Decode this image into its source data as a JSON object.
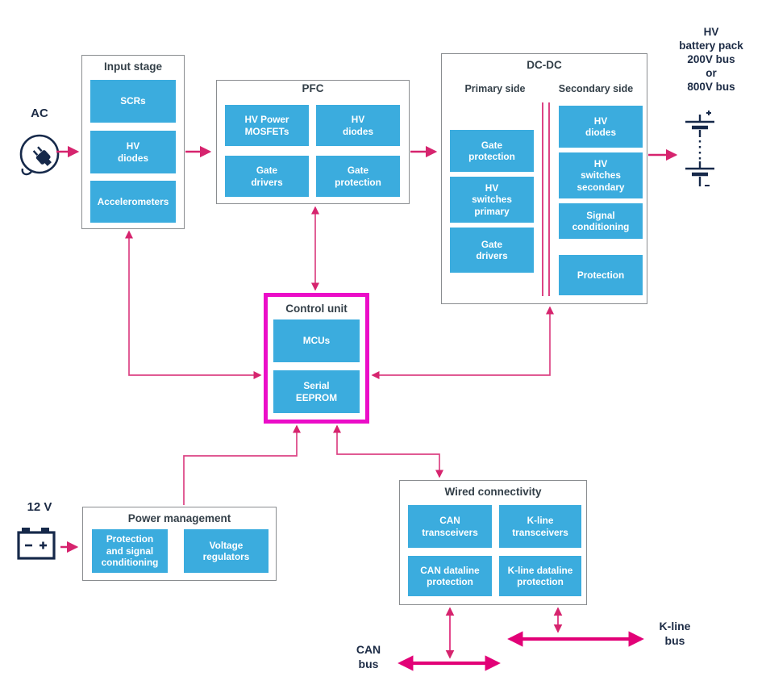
{
  "colors": {
    "block_blue": "#3bacde",
    "control_accent_magenta": "#eb0dc8",
    "arrow_pink": "#d6246e",
    "bus_pink": "#e20177",
    "box_border_gray": "#8a8d90",
    "title_text": "#333f48",
    "label_navy": "#1c2b45"
  },
  "labels": {
    "ac": "AC",
    "twelve_v": "12 V",
    "hv_battery": "HV\nbattery pack\n200V bus\nor\n800V bus",
    "can_bus": "CAN\nbus",
    "kline_bus": "K-line\nbus"
  },
  "input_stage": {
    "title": "Input stage",
    "items": [
      "SCRs",
      "HV\ndiodes",
      "Accelerometers"
    ]
  },
  "pfc": {
    "title": "PFC",
    "items": [
      "HV Power\nMOSFETs",
      "HV\ndiodes",
      "Gate\ndrivers",
      "Gate\nprotection"
    ]
  },
  "dcdc": {
    "title": "DC-DC",
    "primary_label": "Primary side",
    "secondary_label": "Secondary side",
    "primary_items": [
      "Gate\nprotection",
      "HV\nswitches\nprimary",
      "Gate\ndrivers"
    ],
    "secondary_items": [
      "HV\ndiodes",
      "HV\nswitches\nsecondary",
      "Signal\nconditioning",
      "Protection"
    ]
  },
  "control_unit": {
    "title": "Control unit",
    "items": [
      "MCUs",
      "Serial\nEEPROM"
    ]
  },
  "power_management": {
    "title": "Power management",
    "items": [
      "Protection\nand signal\nconditioning",
      "Voltage\nregulators"
    ]
  },
  "wired_connectivity": {
    "title": "Wired connectivity",
    "items": [
      "CAN\ntransceivers",
      "K-line\ntransceivers",
      "CAN dataline\nprotection",
      "K-line dataline\nprotection"
    ]
  }
}
